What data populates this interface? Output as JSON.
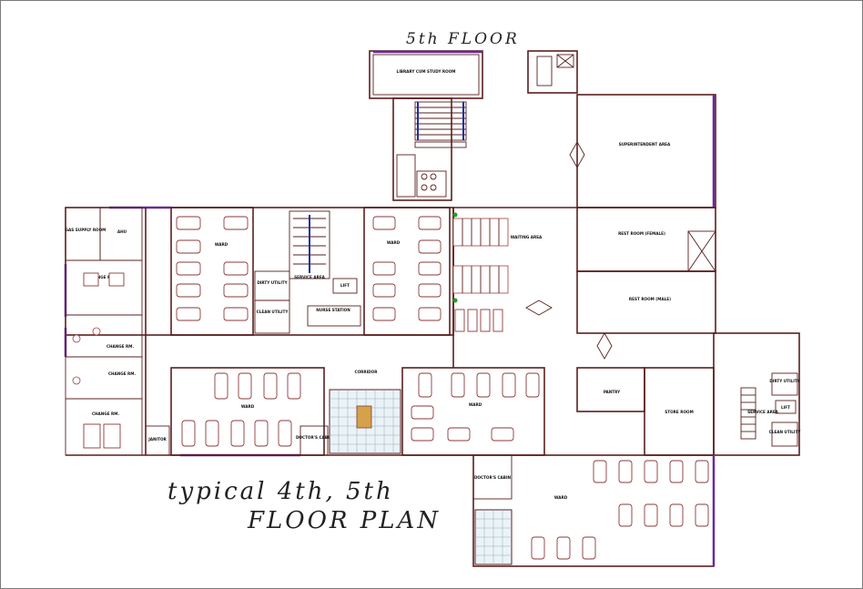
{
  "title_5th_floor": "5th FLOOR",
  "plan_title_line1": "typical 4th, 5th",
  "plan_title_line2": "FLOOR PLAN",
  "colors": {
    "wall": "#5a1f1f",
    "accent": "#6a2a9a",
    "green": "#1aa01a"
  },
  "rooms": {
    "library": "LIBRARY CUM STUDY ROOM",
    "superintendent": "SUPERINTENDENT AREA",
    "rest_female": "REST ROOM (FEMALE)",
    "rest_male": "REST ROOM (MALE)",
    "gas": "GAS SUPPLY ROOM",
    "ahu": "AHU",
    "change_rm1": "CHANGE RM.",
    "change_rm2": "CHANGE RM.",
    "change_rm3": "CHANGE RM.",
    "change_rm4": "CHANGE RM.",
    "ward_1": "WARD",
    "ward_2": "WARD",
    "ward_3": "WARD",
    "ward_4": "WARD",
    "ward_5": "WARD",
    "dirty_utility_1": "DIRTY UTILITY",
    "clean_utility_1": "CLEAN UTILITY",
    "service_area_1": "SERVICE AREA",
    "lift_1": "LIFT",
    "nurse_station": "NURSE STATION",
    "waiting": "WAITING AREA",
    "pantry": "PANTRY",
    "store": "STORE ROOM",
    "service_area_2": "SERVICE AREA",
    "dirty_utility_2": "DIRTY UTILITY",
    "lift_2": "LIFT",
    "clean_utility_2": "CLEAN UTILITY",
    "doctors_cabin_1": "DOCTOR'S CABIN",
    "doctors_cabin_2": "DOCTOR'S CABIN",
    "corridor": "CORRIDOR",
    "janitor": "JANITOR"
  }
}
